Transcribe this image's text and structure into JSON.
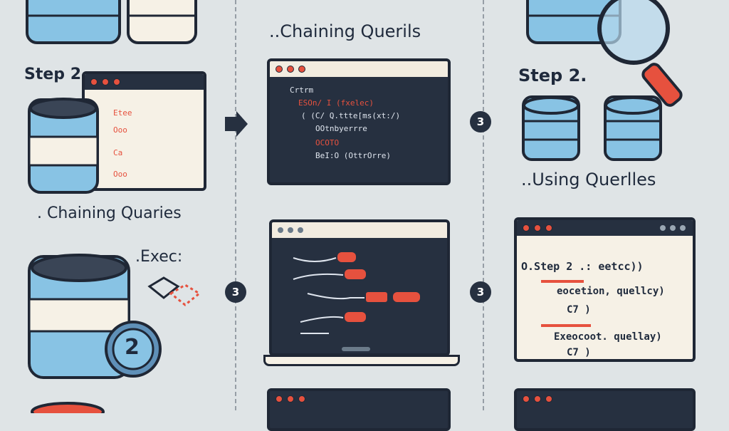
{
  "labels": {
    "top_chaining": "..Chaining Querils",
    "step2_left": "Step 2",
    "step2_right": "Step 2.",
    "using_queries": "..Using Querlles",
    "chaining_left": ". Chaining Quaries",
    "exec": ".Exec:"
  },
  "badges": {
    "right_top": "3",
    "left_mid": "3",
    "right_mid": "3",
    "db_number": "2"
  },
  "code_top": {
    "line1": "Crtrm",
    "line2": "ESOn/ I (fxelec)",
    "line3": "( (C/ Q.ttte[ms(xt:/)",
    "line4": "OOtnbyerrre",
    "line5": "OCOTO",
    "line6": "BeI:O (OttrOrre)"
  },
  "snippet_left": {
    "line1": "Etee",
    "line2": "Ooo",
    "line3": "Ca",
    "line4": "Ooo"
  },
  "right_code": {
    "line1": "O.Step 2 .: eetcc))",
    "line2": "eocetion, quellcy)",
    "line3": "C7 )",
    "line4": "Exeocoot. quellay)",
    "line5": "C7 )"
  },
  "colors": {
    "db_blue": "#88c3e4",
    "db_cream": "#f6f1e6",
    "accent_red": "#e6513e",
    "dark": "#263040",
    "background": "#dfe4e6"
  }
}
